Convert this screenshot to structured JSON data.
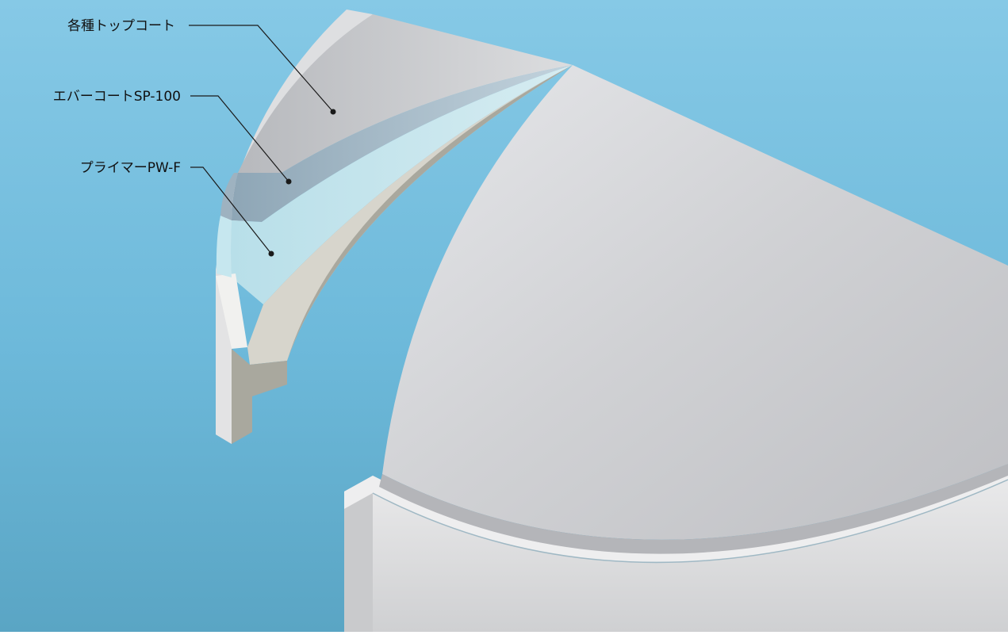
{
  "diagram": {
    "layers": [
      {
        "id": "top-coat",
        "label": "各種トップコート"
      },
      {
        "id": "ever-coat",
        "label": "エバーコートSP-100"
      },
      {
        "id": "primer",
        "label": "プライマーPW-F"
      }
    ]
  },
  "colors": {
    "background_top": "#86c9e6",
    "background_bottom": "#5ba6c6",
    "dome_surface": "#d2d3d6",
    "top_coat_layer": "#c7cace",
    "ever_coat_layer": "#a9bfcd",
    "primer_layer": "#c2e2ea",
    "substrate": "#d6d4cc",
    "substrate_edge": "#a6a59a",
    "leader_line": "#1a1a1a"
  }
}
